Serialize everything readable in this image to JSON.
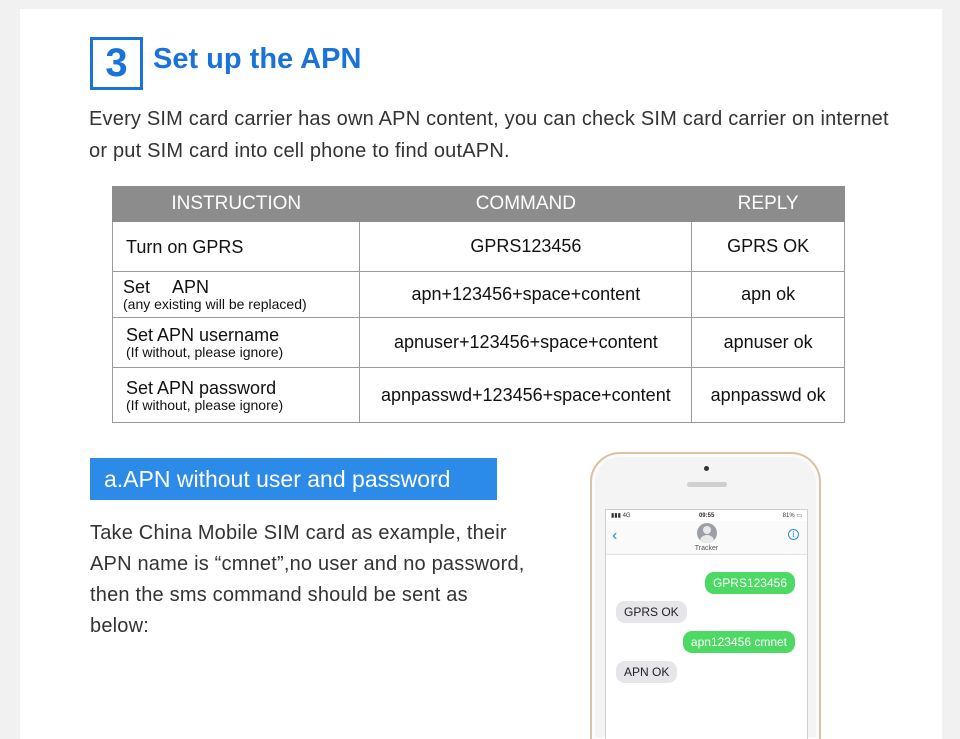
{
  "step": {
    "number": "3",
    "title": "Set up the APN"
  },
  "intro": "Every SIM card carrier has own APN content, you can check SIM card carrier on internet or put SIM card into cell phone to find outAPN.",
  "table": {
    "headers": [
      "INSTRUCTION",
      "COMMAND",
      "REPLY"
    ],
    "rows": [
      {
        "instruction": "Turn on GPRS",
        "note": "",
        "command": "GPRS123456",
        "reply": "GPRS OK"
      },
      {
        "instruction_a": "Set",
        "instruction_b": "APN",
        "note": "(any existing will be replaced)",
        "command": "apn+123456+space+content",
        "reply": "apn ok"
      },
      {
        "instruction": "Set APN username",
        "note": "(If without, please ignore)",
        "command": "apnuser+123456+space+content",
        "reply": "apnuser ok"
      },
      {
        "instruction": "Set APN password",
        "note": "(If without, please ignore)",
        "command": "apnpasswd+123456+space+content",
        "reply": "apnpasswd ok"
      }
    ]
  },
  "section": {
    "title": "a.APN without user and password"
  },
  "example": "Take China Mobile SIM card as example, their APN name is “cmnet”,no user and no password, then the sms command should be sent as below:",
  "phone": {
    "status": {
      "network": "4G",
      "time": "09:55",
      "battery": "81%"
    },
    "contact": "Tracker",
    "messages": [
      {
        "dir": "out",
        "text": "GPRS123456"
      },
      {
        "dir": "in",
        "text": "GPRS OK"
      },
      {
        "dir": "out",
        "text": "apn123456 cmnet"
      },
      {
        "dir": "in",
        "text": "APN OK"
      }
    ]
  }
}
